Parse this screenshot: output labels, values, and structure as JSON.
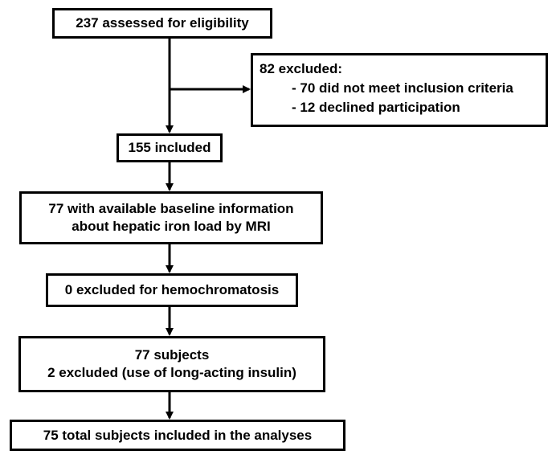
{
  "diagram": {
    "assessed": "237 assessed for eligibility",
    "excluded": {
      "heading": "82 excluded:",
      "items": [
        "- 70 did not meet inclusion criteria",
        "- 12 declined participation"
      ]
    },
    "included": "155 included",
    "baseline": {
      "line1": "77 with available baseline information",
      "line2": "about hepatic iron load by MRI"
    },
    "hemochromatosis": "0 excluded for hemochromatosis",
    "subjects": {
      "line1": "77 subjects",
      "line2": "2 excluded (use of long-acting insulin)"
    },
    "total": "75 total subjects included in the analyses"
  },
  "colors": {
    "stroke": "#000000",
    "background": "#ffffff"
  }
}
